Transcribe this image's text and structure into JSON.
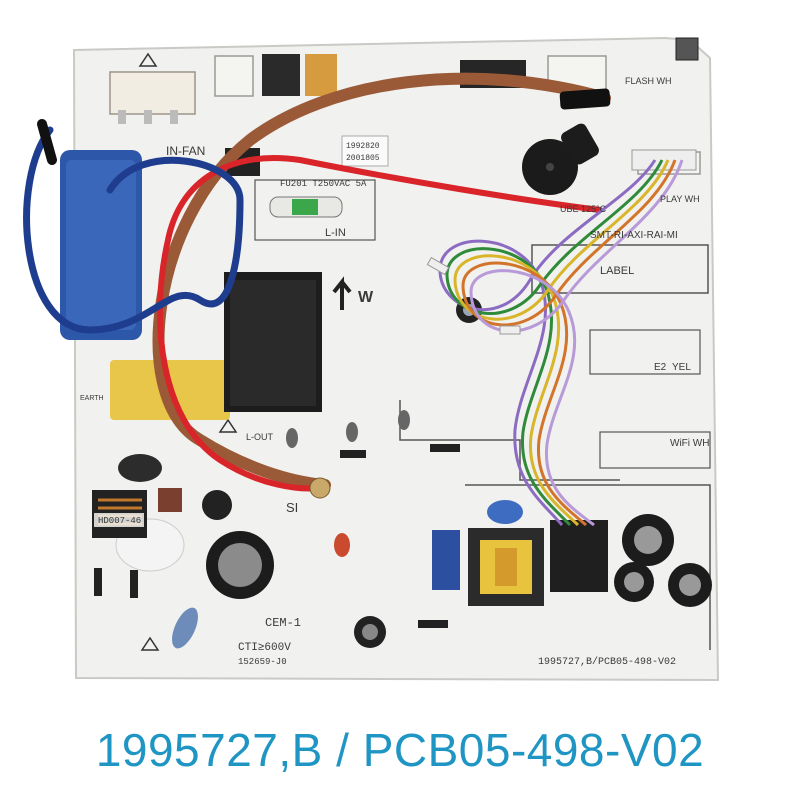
{
  "caption": "1995727,B / PCB05-498-V02",
  "board": {
    "part_number": "1995727,B/PCB05-498-V02",
    "relay_label": "SI",
    "material_line1": "CEM-1",
    "material_line2": "CTI≥600V",
    "material_code": "152659-J0",
    "sticker_codes": [
      "1992820",
      "2001805"
    ],
    "fuse_label": "FU201 T250VAC 5A",
    "model_label": "SMT-RI-AXI-RAI-MI",
    "label_area": "LABEL",
    "wire_tag": "UBE 125°C",
    "connector_labels": {
      "flash": "FLASH WH",
      "display": "PLAY WH",
      "in_fan": "IN-FAN",
      "l_in": "L-IN",
      "l_out": "L-OUT",
      "wifi": "WiFi WH",
      "e2": "E2",
      "yel": "YEL",
      "earth": "EARTH",
      "w": "W",
      "choke": "HD007-46"
    }
  },
  "colors": {
    "board": "#f1f1ef",
    "silkscreen": "#3a3a3a",
    "caption": "#1f95c4",
    "capacitor_blue": "#2d57a8",
    "relay_black": "#1d1d1d",
    "wire_brown": "#9b5a37",
    "wire_red": "#d9242a",
    "wire_blue": "#1f3d8f"
  }
}
